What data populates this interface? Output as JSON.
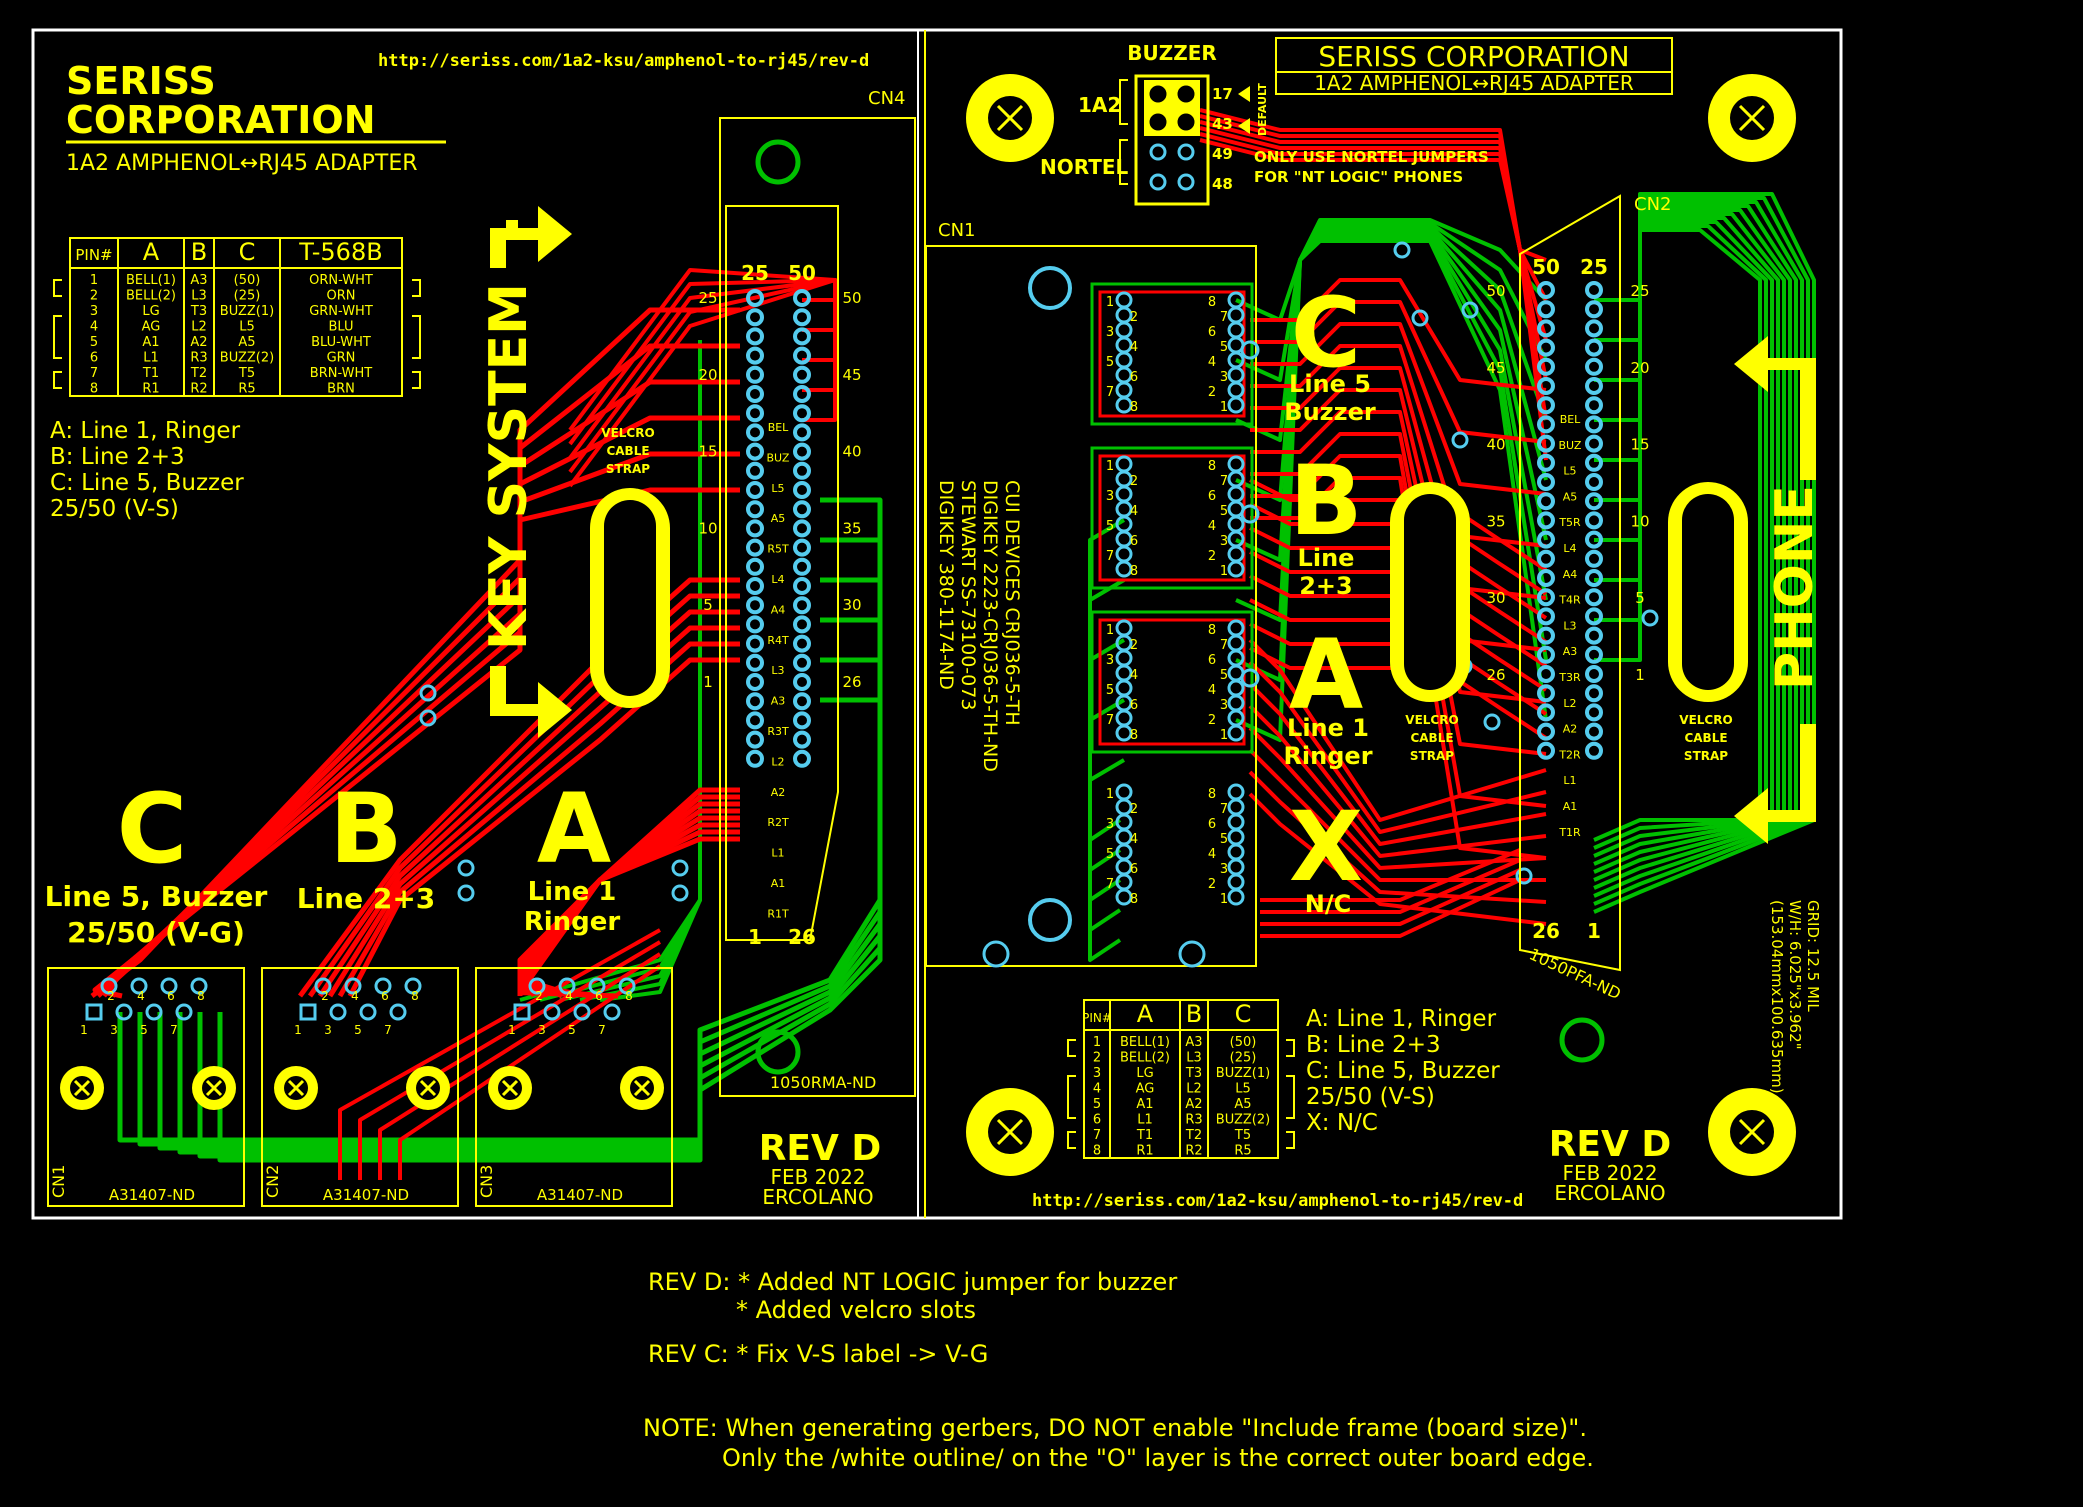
{
  "colors": {
    "silk": "#ffff00",
    "top": "#ff0000",
    "bottom": "#00c000",
    "via": "#55ccee",
    "outline": "#ffffff",
    "bg": "#000000"
  },
  "left_board": {
    "company_line1": "SERISS",
    "company_line2": "CORPORATION",
    "subtitle": "1A2 AMPHENOL↔RJ45 ADAPTER",
    "url": "http://seriss.com/1a2-ksu/amphenol-to-rj45/rev-d",
    "cn4_label": "CN4",
    "connector_part": "1050RMA-ND",
    "table_headers": [
      "PIN#",
      "A",
      "B",
      "C",
      "T-568B"
    ],
    "table_rows": [
      [
        "1",
        "BELL(1)",
        "A3",
        "(50)",
        "ORN-WHT"
      ],
      [
        "2",
        "BELL(2)",
        "L3",
        "(25)",
        "ORN"
      ],
      [
        "3",
        "LG",
        "T3",
        "BUZZ(1)",
        "GRN-WHT"
      ],
      [
        "4",
        "AG",
        "L2",
        "L5",
        "BLU"
      ],
      [
        "5",
        "A1",
        "A2",
        "A5",
        "BLU-WHT"
      ],
      [
        "6",
        "L1",
        "R3",
        "BUZZ(2)",
        "GRN"
      ],
      [
        "7",
        "T1",
        "T2",
        "T5",
        "BRN-WHT"
      ],
      [
        "8",
        "R1",
        "R2",
        "R5",
        "BRN"
      ]
    ],
    "legend": [
      "A: Line 1, Ringer",
      "B: Line 2+3",
      "C: Line 5, Buzzer",
      "    25/50 (V-S)"
    ],
    "key_system": "KEY SYSTEM",
    "velcro": [
      "VELCRO",
      "CABLE",
      "STRAP"
    ],
    "big_letters": [
      "C",
      "B",
      "A"
    ],
    "sub_c": [
      "Line 5, Buzzer",
      "25/50 (V-G)"
    ],
    "sub_b": [
      "Line 2+3"
    ],
    "sub_a": [
      "Line 1",
      "Ringer"
    ],
    "jack_labels": [
      "CN1",
      "CN2",
      "CN3"
    ],
    "jack_part": "A31407-ND",
    "rev": "REV D",
    "date": "FEB 2022",
    "author": "ERCOLANO",
    "pin_top": [
      "25",
      "50"
    ],
    "pin_bottom": [
      "1",
      "26"
    ],
    "left_nums": [
      "25",
      "20",
      "15",
      "10",
      "5",
      "1"
    ],
    "right_nums": [
      "50",
      "45",
      "40",
      "35",
      "30",
      "26"
    ],
    "signals": [
      "BEL",
      "BUZ",
      "L5",
      "A5",
      "R5T",
      "L4",
      "A4",
      "R4T",
      "L3",
      "A3",
      "R3T",
      "L2",
      "A2",
      "R2T",
      "L1",
      "A1",
      "R1T"
    ]
  },
  "right_board": {
    "company": "SERISS CORPORATION",
    "subtitle": "1A2 AMPHENOL↔RJ45 ADAPTER",
    "buzzer": "BUZZER",
    "jumper_1a2": "1A2",
    "jumper_nortel": "NORTEL",
    "jumper_pins": [
      "17",
      "43",
      "49",
      "48"
    ],
    "default": "DEFAULT",
    "nortel_note": [
      "ONLY USE NORTEL JUMPERS",
      "FOR \"NT LOGIC\" PHONES"
    ],
    "cn1_label": "CN1",
    "cn2_label": "CN2",
    "part_text": [
      "CUI DEVICES CRJ036-5-TH",
      "DIGIKEY 2223-CRJ036-5-TH-ND",
      "STEWART SS-73100-073",
      "DIGIKEY 380-1174-ND"
    ],
    "big_letters": [
      "C",
      "B",
      "A",
      "X"
    ],
    "sub_c": [
      "Line 5",
      "Buzzer"
    ],
    "sub_b": [
      "Line",
      "2+3"
    ],
    "sub_a": [
      "Line 1",
      "Ringer"
    ],
    "sub_x": [
      "N/C"
    ],
    "phone": "PHONE",
    "velcro": [
      "VELCRO",
      "CABLE",
      "STRAP"
    ],
    "connector_part": "1050PFA-ND",
    "pin_top": [
      "50",
      "25"
    ],
    "pin_bottom": [
      "26",
      "1"
    ],
    "left_nums": [
      "50",
      "45",
      "40",
      "35",
      "30",
      "26"
    ],
    "right_nums": [
      "25",
      "20",
      "15",
      "10",
      "5",
      "1"
    ],
    "signals": [
      "BEL",
      "BUZ",
      "L5",
      "A5",
      "T5R",
      "L4",
      "A4",
      "T4R",
      "L3",
      "A3",
      "T3R",
      "L2",
      "A2",
      "T2R",
      "L1",
      "A1",
      "T1R"
    ],
    "table_headers": [
      "PIN#",
      "A",
      "B",
      "C"
    ],
    "table_rows": [
      [
        "1",
        "BELL(1)",
        "A3",
        "(50)"
      ],
      [
        "2",
        "BELL(2)",
        "L3",
        "(25)"
      ],
      [
        "3",
        "LG",
        "T3",
        "BUZZ(1)"
      ],
      [
        "4",
        "AG",
        "L2",
        "L5"
      ],
      [
        "5",
        "A1",
        "A2",
        "A5"
      ],
      [
        "6",
        "L1",
        "R3",
        "BUZZ(2)"
      ],
      [
        "7",
        "T1",
        "T2",
        "T5"
      ],
      [
        "8",
        "R1",
        "R2",
        "R5"
      ]
    ],
    "legend": [
      "A: Line 1, Ringer",
      "B: Line 2+3",
      "C: Line 5, Buzzer",
      "    25/50 (V-S)",
      "X: N/C"
    ],
    "rev": "REV D",
    "date": "FEB 2022",
    "author": "ERCOLANO",
    "url": "http://seriss.com/1a2-ksu/amphenol-to-rj45/rev-d",
    "grid_text": [
      "GRID: 12.5 MIL",
      "W/H: 6.025\"x3.962\"",
      "(153.04mmx100.635mm)"
    ],
    "rj_pins_top": [
      "1",
      "2",
      "3",
      "4",
      "5",
      "6",
      "7",
      "8"
    ],
    "rj_pins_right": [
      "8",
      "7",
      "6",
      "5",
      "4",
      "3",
      "2",
      "1"
    ]
  },
  "notes": {
    "rev_d_label": "REV D:",
    "rev_d_1": "* Added NT LOGIC jumper for buzzer",
    "rev_d_2": "* Added velcro slots",
    "rev_c_label": "REV C:",
    "rev_c_1": "* Fix V-S label -> V-G",
    "note_label": "NOTE:",
    "note_1": "When generating gerbers, DO NOT enable \"Include frame (board size)\".",
    "note_2": "Only the /white outline/ on the \"O\" layer is the correct outer board edge."
  }
}
